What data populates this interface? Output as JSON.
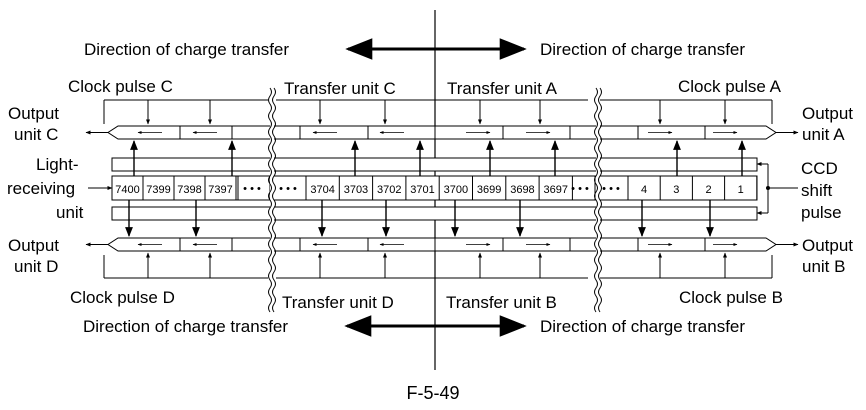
{
  "labels": {
    "direction_top_left": "Direction of charge transfer",
    "direction_top_right": "Direction of charge transfer",
    "direction_bottom_left": "Direction of charge transfer",
    "direction_bottom_right": "Direction of charge transfer",
    "clock_pulse_c": "Clock pulse C",
    "transfer_unit_c": "Transfer unit C",
    "transfer_unit_a": "Transfer unit A",
    "clock_pulse_a": "Clock pulse A",
    "output_c_line1": "Output",
    "output_c_line2": "unit C",
    "output_a_line1": "Output",
    "output_a_line2": "unit A",
    "light_line1": "Light-",
    "light_line2": "receiving",
    "light_line3": "unit",
    "ccd_line1": "CCD",
    "ccd_line2": "shift",
    "ccd_line3": "pulse",
    "output_d_line1": "Output",
    "output_d_line2": "unit D",
    "output_b_line1": "Output",
    "output_b_line2": "unit B",
    "clock_pulse_d": "Clock pulse D",
    "transfer_unit_d": "Transfer unit D",
    "transfer_unit_b": "Transfer unit B",
    "clock_pulse_b": "Clock pulse B",
    "figure_caption": "F-5-49"
  },
  "pixels": {
    "left_group": [
      "7400",
      "7399",
      "7398",
      "7397"
    ],
    "center_left_group": [
      "3704",
      "3703",
      "3702",
      "3701"
    ],
    "center_right_group": [
      "3700",
      "3699",
      "3698",
      "3697"
    ],
    "right_group": [
      "4",
      "3",
      "2",
      "1"
    ],
    "ellipsis": "• • •"
  }
}
